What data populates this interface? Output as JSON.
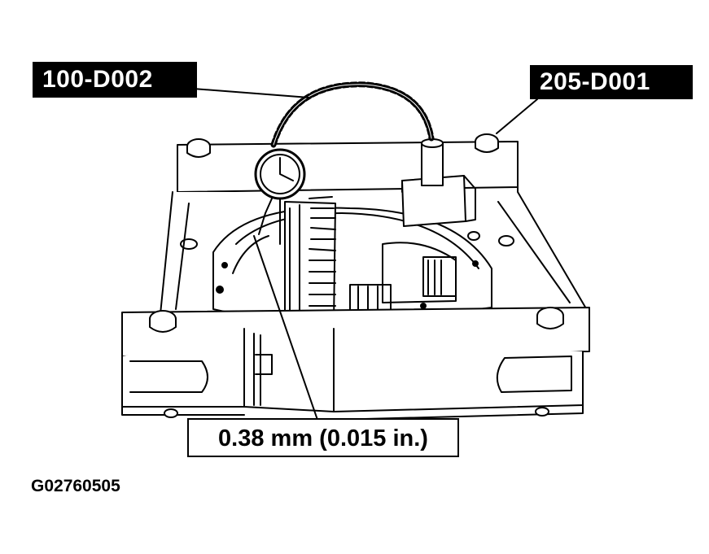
{
  "callouts": {
    "tool_1": "100-D002",
    "tool_2": "205-D001",
    "measurement": "0.38 mm (0.015 in.)"
  },
  "figure_id": "G02760505",
  "colors": {
    "ink": "#000000",
    "paper": "#ffffff"
  }
}
